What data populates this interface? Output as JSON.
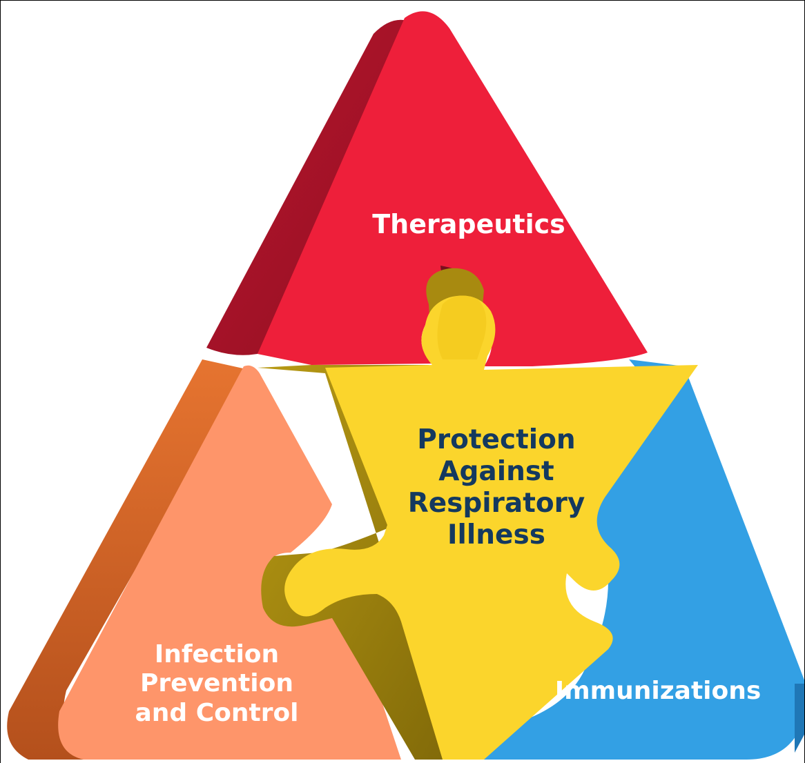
{
  "diagram": {
    "center": {
      "lines": [
        "Protection",
        "Against",
        "Respiratory",
        "Illness"
      ],
      "color": "#14395f"
    },
    "segments": [
      {
        "id": "top",
        "label_lines": [
          "Therapeutics"
        ],
        "color": "#ee1f3a",
        "side_color": "#a8142a"
      },
      {
        "id": "left",
        "label_lines": [
          "Infection",
          "Prevention",
          "and Control"
        ],
        "color": "#fe956a",
        "side_color": "#e0702e"
      },
      {
        "id": "right",
        "label_lines": [
          "Immunizations"
        ],
        "color": "#33a0e4",
        "side_color": "#1f77b6"
      }
    ],
    "center_color": "#fbd52c",
    "center_side_color": "#a88a10"
  }
}
